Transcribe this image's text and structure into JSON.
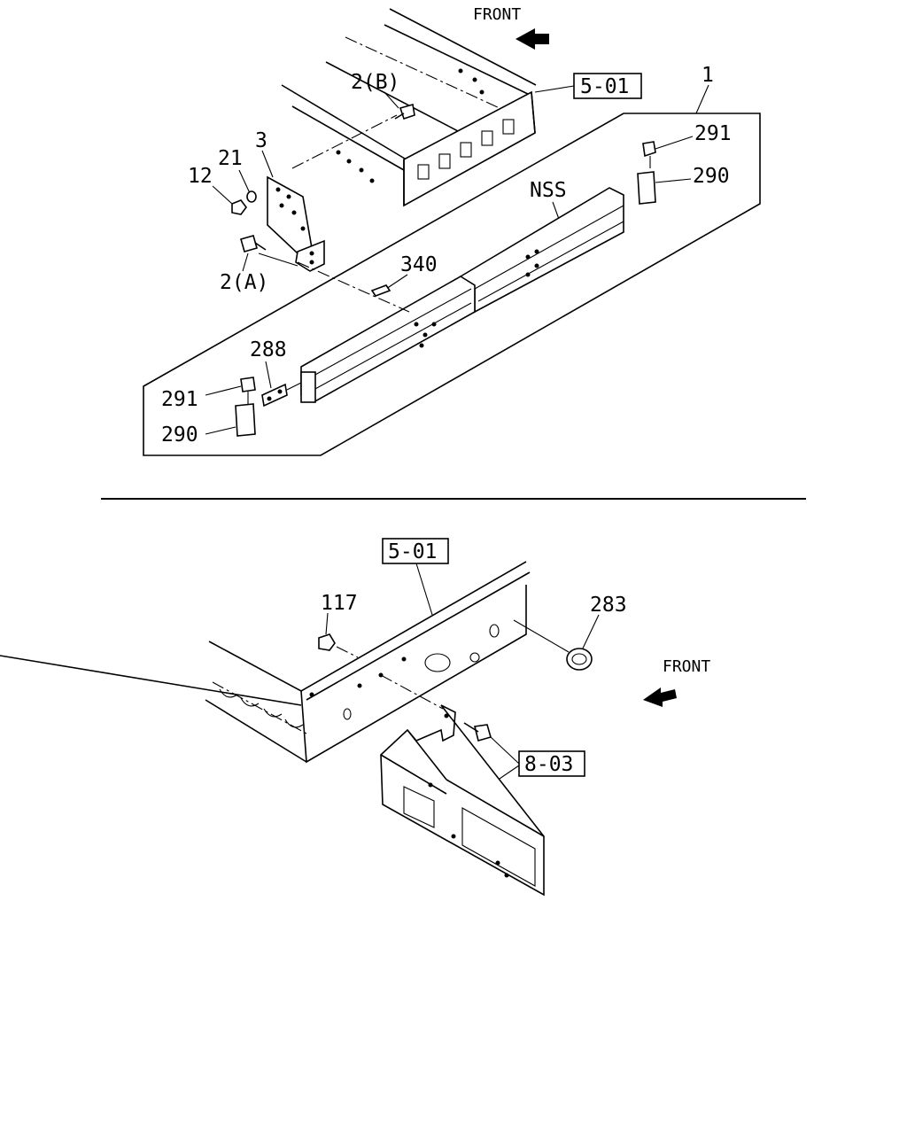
{
  "upper_view": {
    "front_label": "FRONT",
    "labels": {
      "ref_5_01": "5-01",
      "part_1": "1",
      "part_2b": "2(B)",
      "part_3": "3",
      "part_21": "21",
      "part_12": "12",
      "part_2a": "2(A)",
      "part_291_top": "291",
      "part_290_top": "290",
      "nss": "NSS",
      "part_340": "340",
      "part_288": "288",
      "part_291_bottom": "291",
      "part_290_bottom": "290"
    }
  },
  "lower_view": {
    "front_label": "FRONT",
    "labels": {
      "ref_5_01": "5-01",
      "part_117": "117",
      "part_283": "283",
      "ref_8_03": "8-03"
    }
  },
  "icons": [
    "front-arrow-icon"
  ]
}
